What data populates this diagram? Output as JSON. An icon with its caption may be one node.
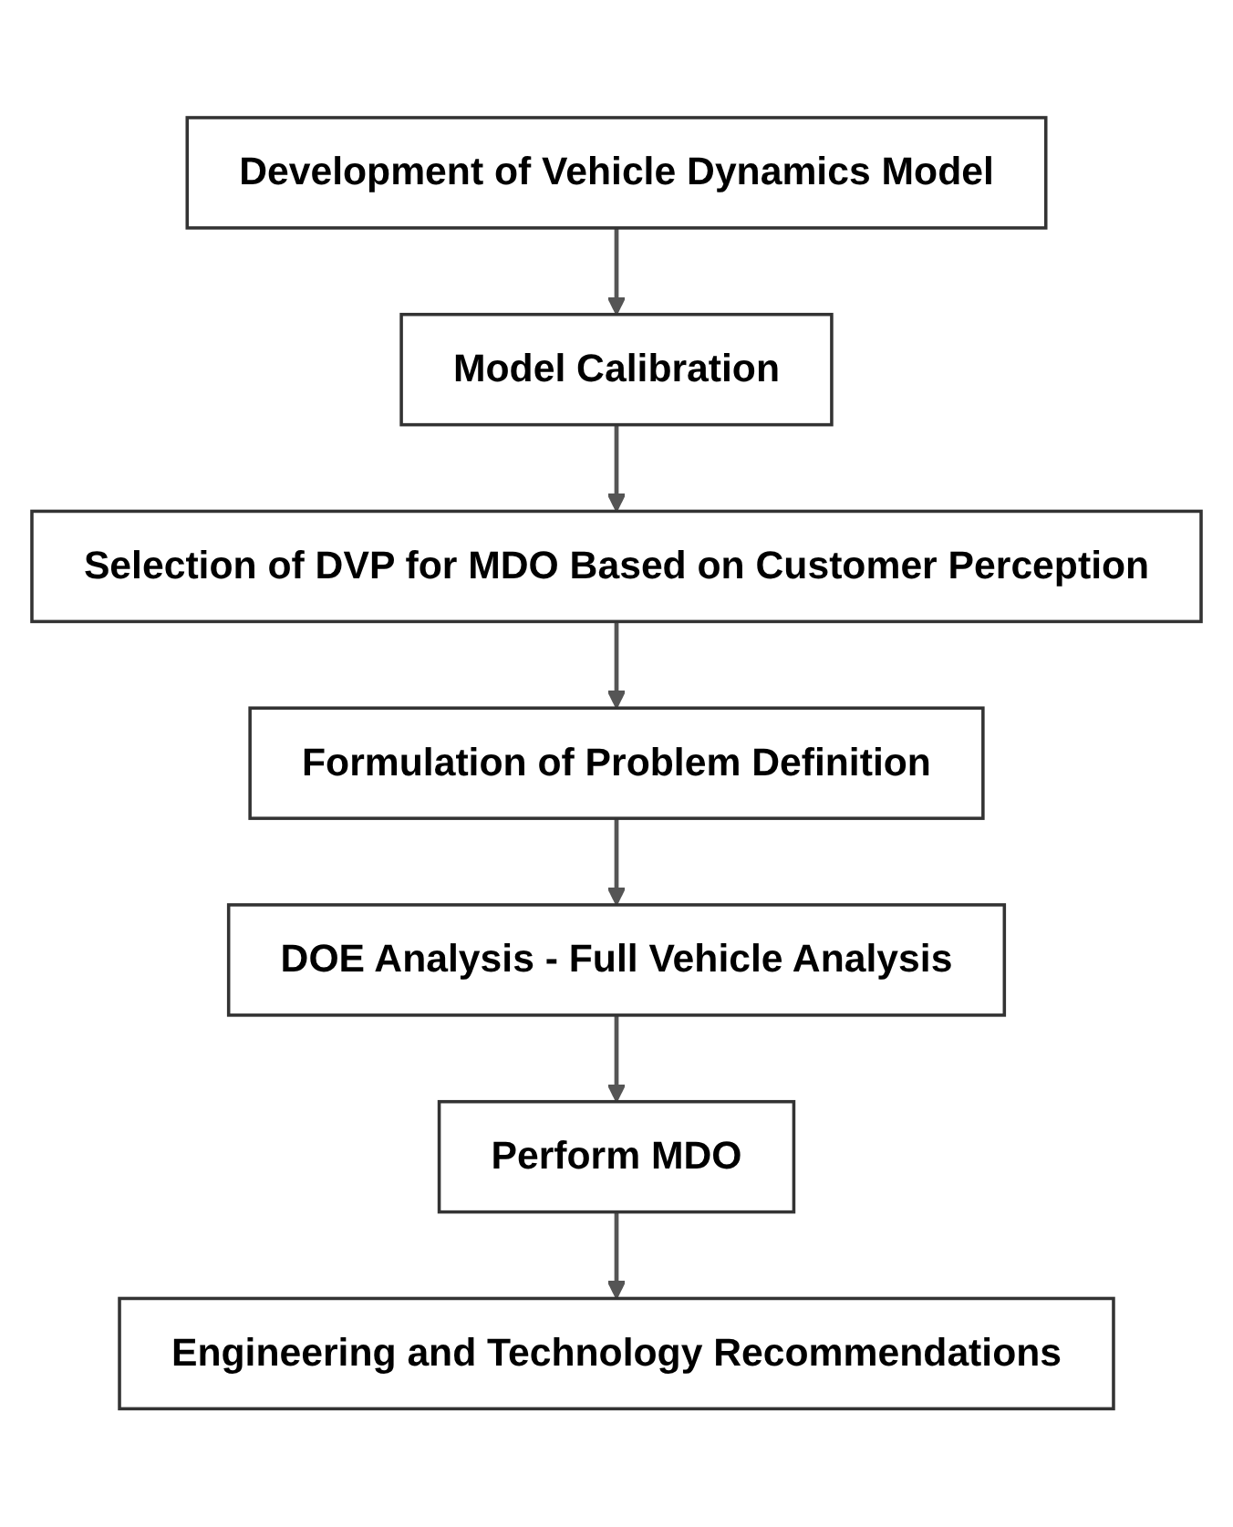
{
  "diagram": {
    "nodes": [
      {
        "text": [
          "Development of Vehicle Dynamics Model"
        ]
      },
      {
        "text": [
          "Model Calibration"
        ]
      },
      {
        "text": [
          "Selection of DVP for MDO Based on Customer Perception"
        ]
      },
      {
        "text": [
          "Formulation of Problem Definition"
        ]
      },
      {
        "text": [
          "DOE Analysis - Full Vehicle Analysis"
        ]
      },
      {
        "text": [
          "Perform MDO"
        ]
      },
      {
        "text": [
          "Engineering and Technology Recommendations"
        ]
      }
    ],
    "edges": [
      {
        "from": 0,
        "to": 1,
        "arrow": "to"
      },
      {
        "from": 1,
        "to": 2,
        "arrow": "to"
      },
      {
        "from": 2,
        "to": 3,
        "arrow": "to"
      },
      {
        "from": 3,
        "to": 4,
        "arrow": "to"
      },
      {
        "from": 4,
        "to": 5,
        "arrow": "to"
      },
      {
        "from": 5,
        "to": 6,
        "arrow": "to"
      }
    ]
  }
}
